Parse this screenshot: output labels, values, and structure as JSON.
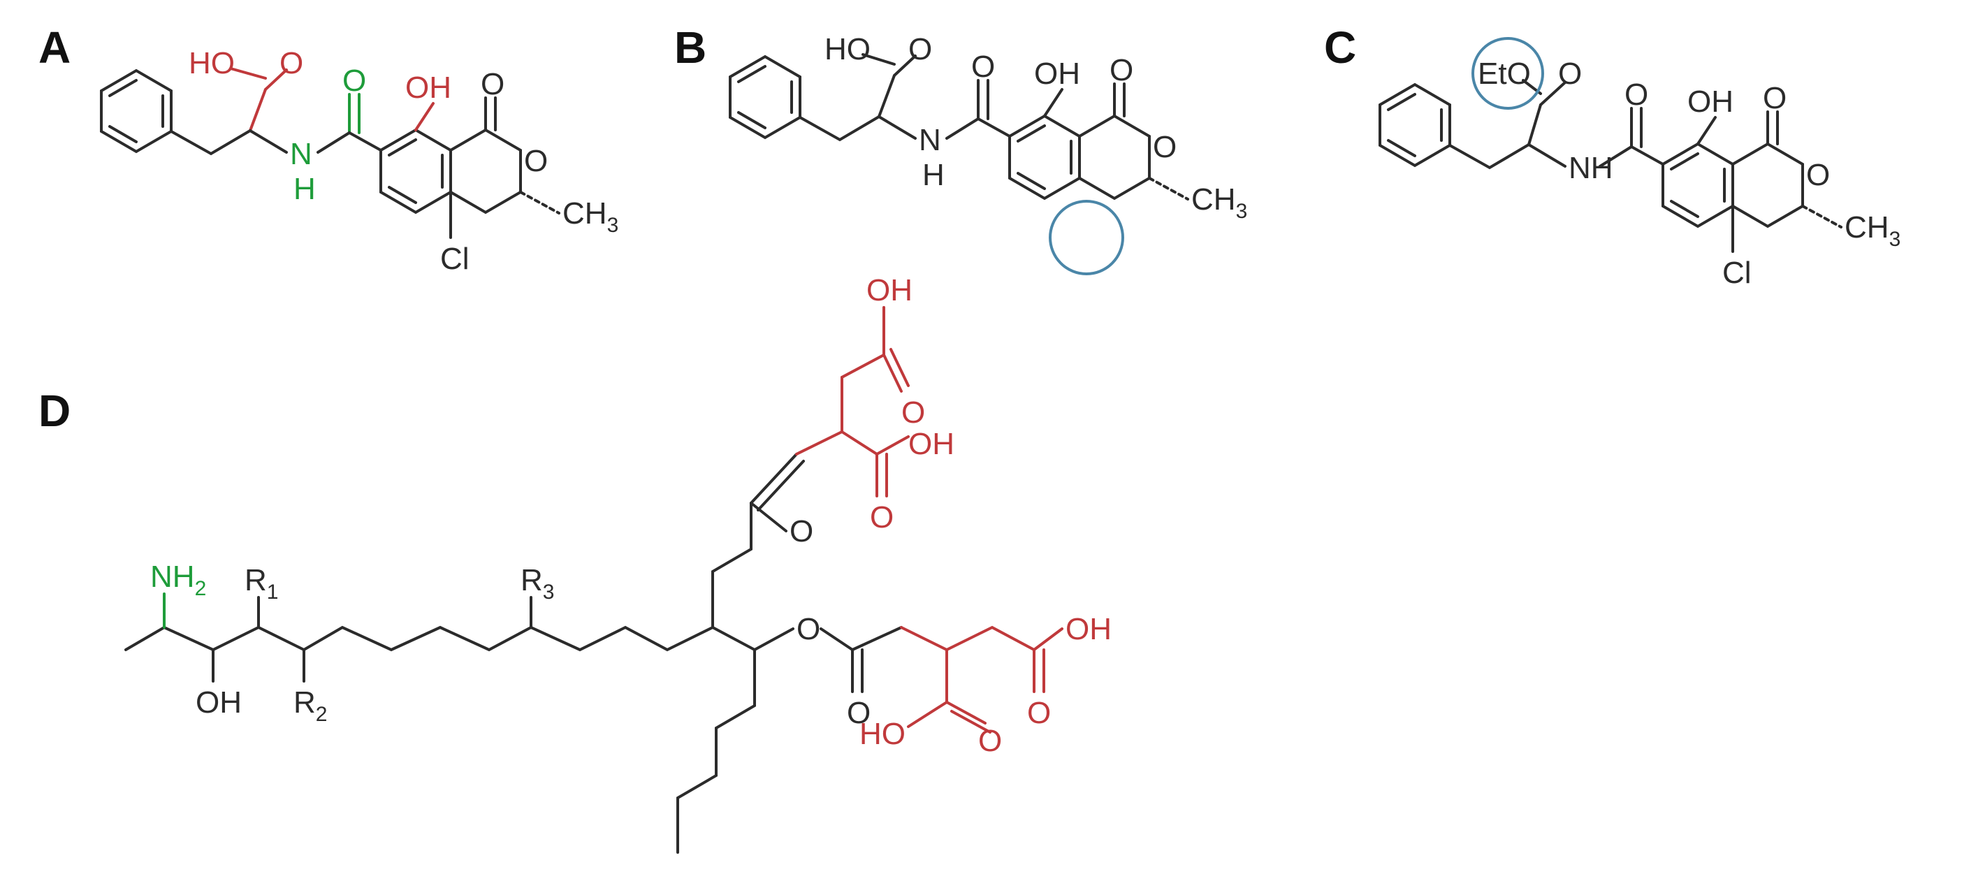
{
  "colors": {
    "ink": "#2b2b2b",
    "acid_red": "#c0393b",
    "amide_green": "#1e9c3a",
    "highlight_blue": "#4a86a8"
  },
  "panels": [
    {
      "id": "A",
      "label": "A"
    },
    {
      "id": "B",
      "label": "B"
    },
    {
      "id": "C",
      "label": "C"
    },
    {
      "id": "D",
      "label": "D"
    }
  ],
  "atom_labels": {
    "A": {
      "ho": "HO",
      "o_acid": "O",
      "o_amide": "O",
      "oh": "OH",
      "o_lactone": "O",
      "o_ring": "O",
      "nh_n": "N",
      "nh_h": "H",
      "ch3": "CH3",
      "cl": "Cl"
    },
    "B": {
      "ho": "HO",
      "o_acid": "O",
      "o_amide": "O",
      "oh": "OH",
      "o_lactone": "O",
      "o_ring": "O",
      "nh_n": "N",
      "nh_h": "H",
      "ch3": "CH3"
    },
    "C": {
      "eto": "EtO",
      "o_ester": "O",
      "o_amide": "O",
      "oh": "OH",
      "o_lactone": "O",
      "o_ring": "O",
      "nh": "NH",
      "ch3": "CH3",
      "cl": "Cl"
    },
    "D": {
      "nh2": "NH2",
      "r1": "R1",
      "r2": "R2",
      "r3": "R3",
      "oh": "OH",
      "o_ketone": "O",
      "o_ester_link": "O",
      "o_ester_carbonyl": "O",
      "oh_top": "OH",
      "o_top": "O",
      "oh_mid": "OH",
      "o_mid": "O",
      "oh_right": "OH",
      "o_right": "O",
      "ho_bottom": "HO",
      "o_bottom": "O"
    }
  }
}
